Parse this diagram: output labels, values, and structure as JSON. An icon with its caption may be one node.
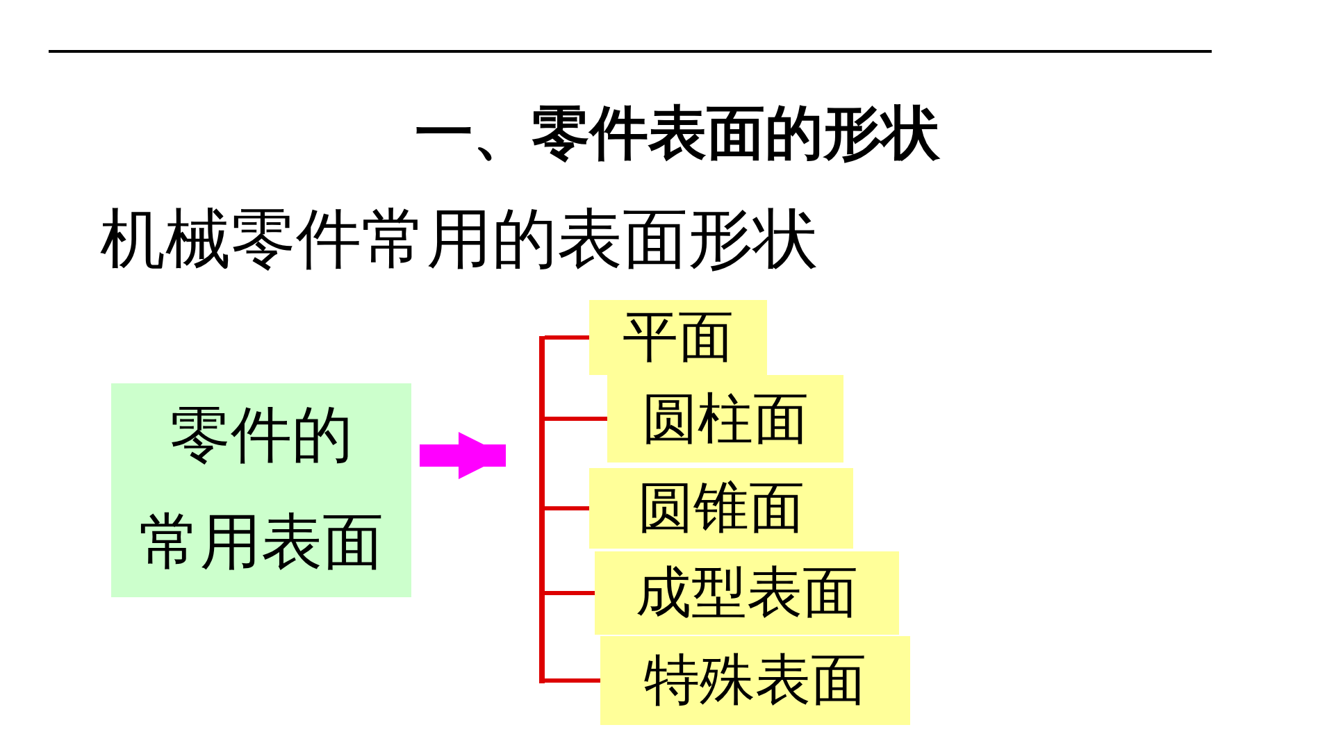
{
  "diagram": {
    "title": "一、零件表面的形状",
    "nodes": [
      {
        "text": [
          "零件的",
          "常用表面"
        ]
      },
      {
        "text": [
          "平面"
        ]
      },
      {
        "text": [
          "圆柱面"
        ]
      },
      {
        "text": [
          "圆锥面"
        ]
      },
      {
        "text": [
          "成型表面"
        ]
      },
      {
        "text": [
          "特殊表面"
        ]
      },
      {
        "text": [],
        "shape": "bar"
      }
    ],
    "edges": [
      {
        "from": 0,
        "to": 6,
        "arrow": "to",
        "style": "thick",
        "color": "#ff00ff"
      },
      {
        "from": 6,
        "to": 1,
        "arrow": "none"
      },
      {
        "from": 6,
        "to": 2,
        "arrow": "none"
      },
      {
        "from": 6,
        "to": 3,
        "arrow": "none"
      },
      {
        "from": 6,
        "to": 4,
        "arrow": "none"
      },
      {
        "from": 6,
        "to": 5,
        "arrow": "none"
      }
    ],
    "labels": [
      "机械零件常用的表面形状"
    ]
  }
}
